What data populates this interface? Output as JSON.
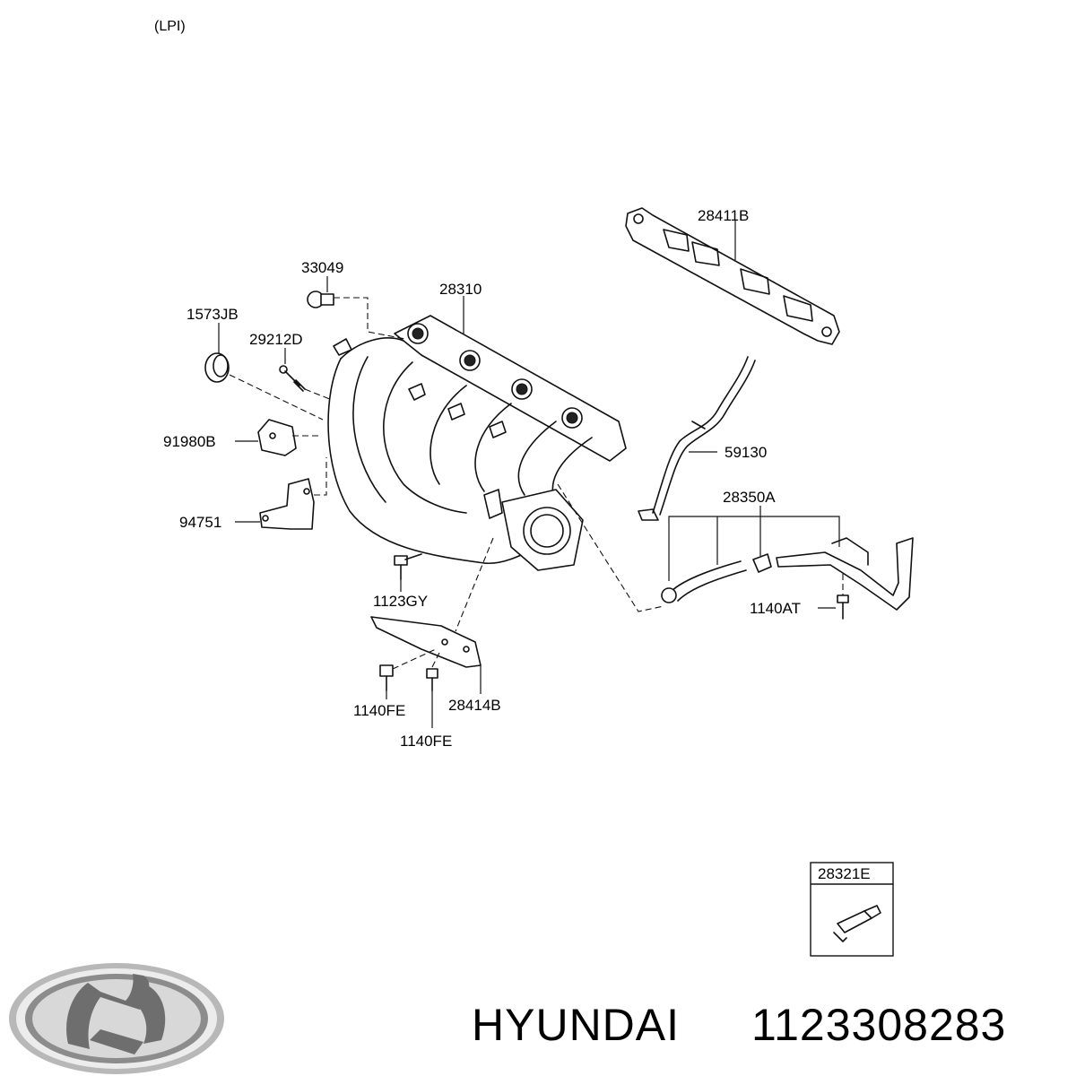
{
  "header": {
    "variant": "(LPI)"
  },
  "labels": {
    "p28411B": "28411B",
    "p33049": "33049",
    "p28310": "28310",
    "p1573JB": "1573JB",
    "p29212D": "29212D",
    "p91980B": "91980B",
    "p59130": "59130",
    "p28350A": "28350A",
    "p94751": "94751",
    "p1123GY": "1123GY",
    "p1140AT": "1140AT",
    "p1140FE_a": "1140FE",
    "p28414B": "28414B",
    "p1140FE_b": "1140FE",
    "p28321E": "28321E"
  },
  "footer": {
    "brand": "HYUNDAI",
    "part_number": "1123308283",
    "logo_icon": "hyundai-logo-icon"
  }
}
